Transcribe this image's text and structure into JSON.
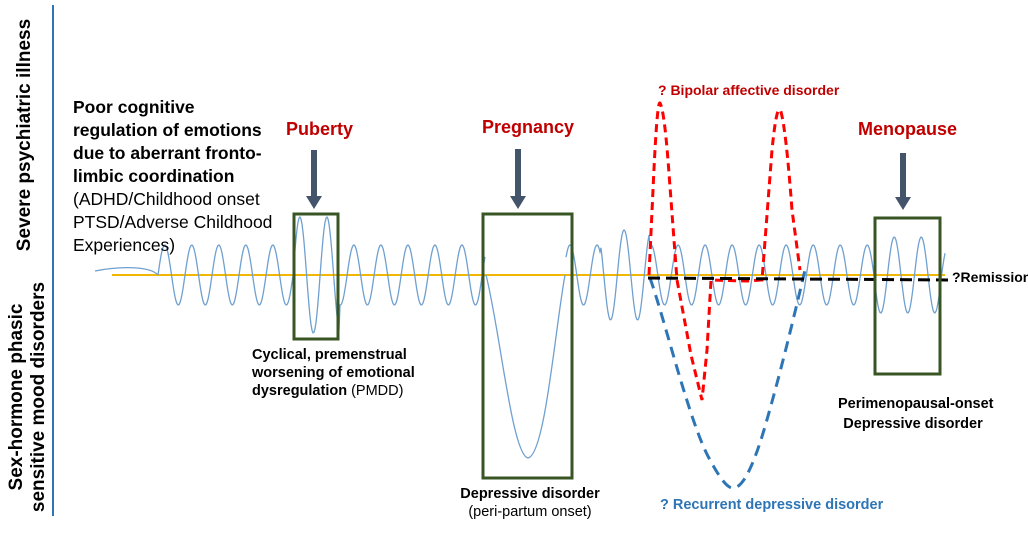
{
  "axis": {
    "upper_label": "Severe psychiatric illness",
    "lower_label_line1": "Sex-hormone phasic",
    "lower_label_line2": "sensitive mood disorders"
  },
  "intro": {
    "bold_lines": [
      "Poor cognitive",
      "regulation of emotions",
      "due to aberrant fronto-",
      "limbic coordination"
    ],
    "normal_lines": [
      "(ADHD/Childhood onset",
      "PTSD/Adverse Childhood",
      "Experiences)"
    ]
  },
  "events": {
    "puberty": "Puberty",
    "pregnancy": "Pregnancy",
    "menopause": "Menopause",
    "bipolar": "? Bipolar  affective disorder"
  },
  "outcomes": {
    "pmdd_bold_lines": [
      "Cyclical, premenstrual",
      "worsening of emotional",
      "dysregulation"
    ],
    "pmdd_suffix": " (PMDD)",
    "depressive_bold": "Depressive disorder",
    "depressive_normal": "(peri-partum onset)",
    "recurrent": "? Recurrent depressive disorder",
    "perimenopausal_line1": "Perimenopausal-onset",
    "perimenopausal_line2": "Depressive disorder",
    "remission": "?Remission"
  },
  "colors": {
    "vertical_axis": "#2e75b6",
    "baseline": "#f2b700",
    "wave": "#6fa0d0",
    "box": "#375623",
    "arrow": "#44546a",
    "red_dashed": "#ff0000",
    "blue_dashed": "#2e75b6",
    "black_dashed": "#000000",
    "event_text": "#c00000"
  }
}
